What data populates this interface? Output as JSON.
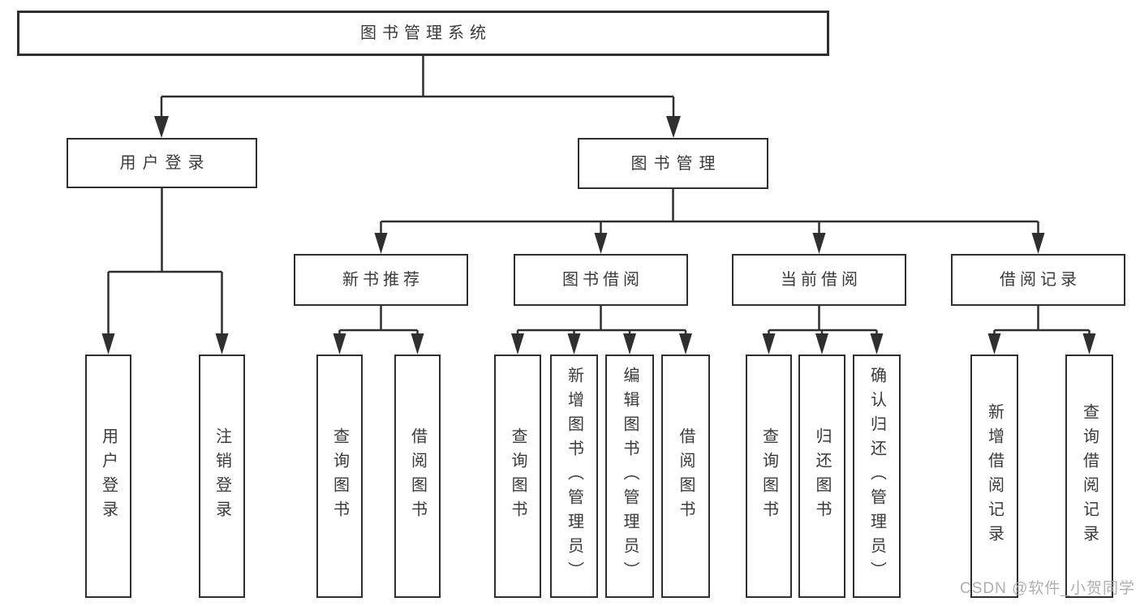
{
  "tree": {
    "label": "图书管理系统",
    "children": [
      {
        "label": "用户登录",
        "children": [
          {
            "label": "用户登录"
          },
          {
            "label": "注销登录"
          }
        ]
      },
      {
        "label": "图书管理",
        "children": [
          {
            "label": "新书推荐",
            "children": [
              {
                "label": "查询图书"
              },
              {
                "label": "借阅图书"
              }
            ]
          },
          {
            "label": "图书借阅",
            "children": [
              {
                "label": "查询图书"
              },
              {
                "label": "新增图书（管理员）"
              },
              {
                "label": "编辑图书（管理员）"
              },
              {
                "label": "借阅图书"
              }
            ]
          },
          {
            "label": "当前借阅",
            "children": [
              {
                "label": "查询图书"
              },
              {
                "label": "归还图书"
              },
              {
                "label": "确认归还（管理员）"
              }
            ]
          },
          {
            "label": "借阅记录",
            "children": [
              {
                "label": "新增借阅记录"
              },
              {
                "label": "查询借阅记录"
              }
            ]
          }
        ]
      }
    ]
  },
  "watermark": "CSDN @软件_小贺同学",
  "colors": {
    "line": "#2f2f2f",
    "text": "#3a3a3a",
    "background": "#ffffff",
    "watermark": "#a5a5ac"
  }
}
